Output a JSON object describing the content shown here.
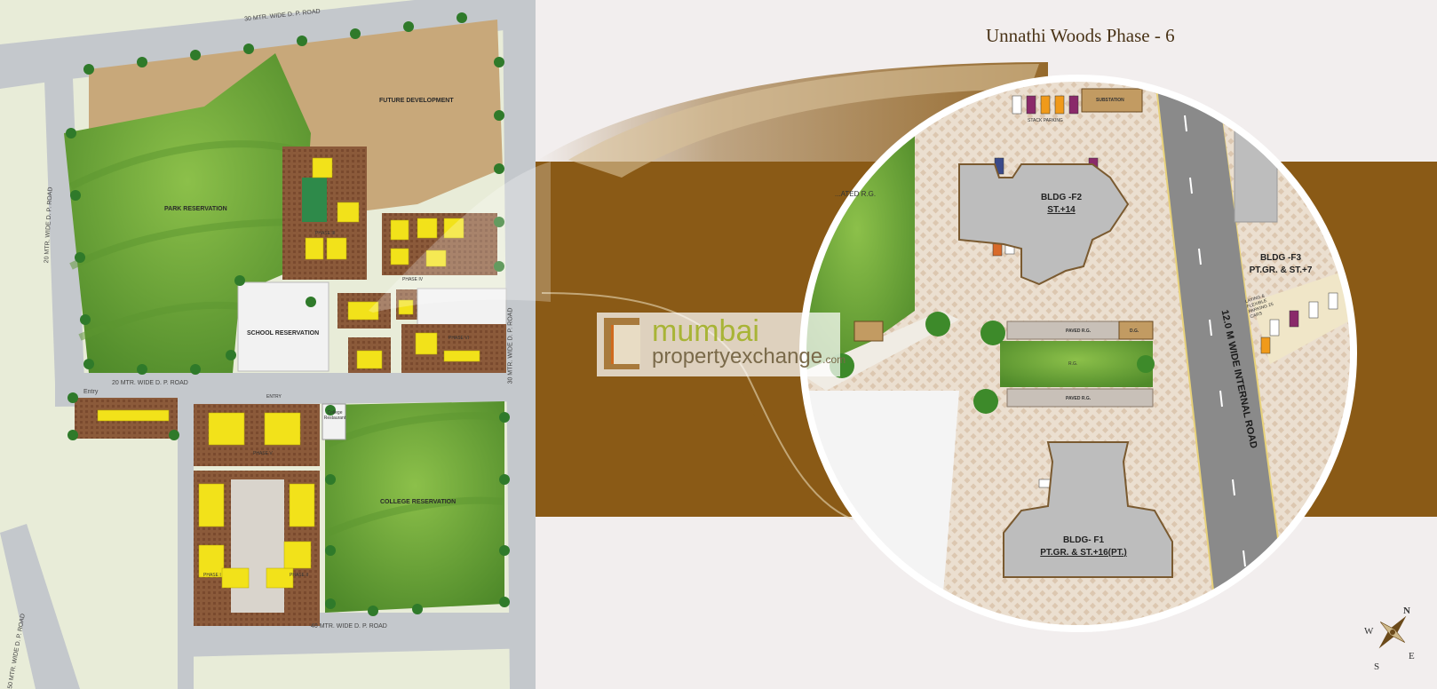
{
  "title": "Unnathi Woods Phase - 6",
  "logo": {
    "line1": "mumbai",
    "line2": "propertyexchange",
    "suffix": ".com",
    "accent_color": "#a8b436"
  },
  "master_plan": {
    "roads": {
      "top": "30 MTR. WIDE D. P. ROAD",
      "left": "20 MTR. WIDE D. P. ROAD",
      "middle": "20 MTR. WIDE D. P. ROAD",
      "right": "30 MTR. WIDE D. P. ROAD",
      "bottom": "40 MTR. WIDE D. P. ROAD",
      "bottom_left": "50 MTR. WIDE D. P. ROAD"
    },
    "zones": {
      "future": "FUTURE DEVELOPMENT",
      "park": "PARK RESERVATION",
      "school": "SCHOOL RESERVATION",
      "college": "COLLEGE RESERVATION",
      "college_restaurant": "College Restaurant"
    },
    "entries": {
      "entry_left": "Entry",
      "entry": "ENTRY"
    },
    "phases": {
      "phase_iii": "PHASE III",
      "phase_iv": "PHASE IV",
      "phase_v": "PHASE V",
      "phase_vi": "PHASE VI",
      "phase_i": "PHASE I",
      "phase_ii": "PHASE II"
    }
  },
  "detail_plan": {
    "stack_parking": "STACK PARKING",
    "substation": "SUBSTATION",
    "landscaped_rg": "...ATED R.G.",
    "bldg_f2_name": "BLDG -F2",
    "bldg_f2_floors": "ST.+14",
    "bldg_f3_name": "BLDG -F3",
    "bldg_f3_floors": "PT.GR. & ST.+7",
    "bldg_f1_name": "BLDG- F1",
    "bldg_f1_floors": "PT.GR. & ST.+16(PT.)",
    "paved_rg_1": "PAVED R.G.",
    "paved_rg_2": "PAVED R.G.",
    "rg": "R.G.",
    "dg": "D.G.",
    "road": "12.0 M WIDE INTERNAL ROAD",
    "parking_note": "LAYING & FLEXIBLE PARKING 25 CARS"
  },
  "compass": {
    "n": "N",
    "s": "S",
    "e": "E",
    "w": "W"
  },
  "colors": {
    "brown_band": "#8a5a16",
    "lawn": "#6ea23a",
    "building": "#f2e21a",
    "paving": "#8b5a3a",
    "road": "#c4c8cc",
    "future_dev": "#c8a87a"
  }
}
